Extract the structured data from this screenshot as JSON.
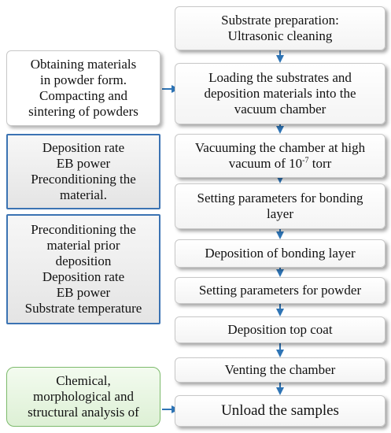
{
  "steps": [
    {
      "lines": [
        "Substrate preparation:",
        "Ultrasonic cleaning"
      ]
    },
    {
      "lines": [
        "Loading the substrates and",
        "deposition materials into the",
        "vacuum chamber"
      ]
    },
    {
      "line1": "Vacuuming the chamber at high",
      "line2_pre": "vacuum of 10",
      "line2_sup": "-7",
      "line2_post": " torr"
    },
    {
      "lines": [
        "Setting parameters for bonding",
        "layer"
      ]
    },
    {
      "lines": [
        "Deposition of bonding layer"
      ]
    },
    {
      "lines": [
        "Setting parameters for powder"
      ]
    },
    {
      "lines": [
        "Deposition top coat"
      ]
    },
    {
      "lines": [
        "Venting the chamber"
      ]
    },
    {
      "lines": [
        "Unload the samples"
      ]
    }
  ],
  "side_notes": [
    {
      "lines": [
        "Obtaining materials",
        "in powder form.",
        "Compacting and",
        "sintering of powders"
      ]
    },
    {
      "lines": [
        "Deposition rate",
        "EB power",
        "Preconditioning the",
        "material."
      ]
    },
    {
      "lines": [
        "Preconditioning the",
        "material prior",
        "deposition",
        "Deposition rate",
        "EB power",
        "Substrate temperature"
      ]
    },
    {
      "lines": [
        "Chemical,",
        "morphological and",
        "structural analysis of"
      ]
    }
  ],
  "colors": {
    "arrow": "#2e74b5",
    "side_border_blue": "#3b73b3",
    "side_border_green": "#7cba6b"
  }
}
